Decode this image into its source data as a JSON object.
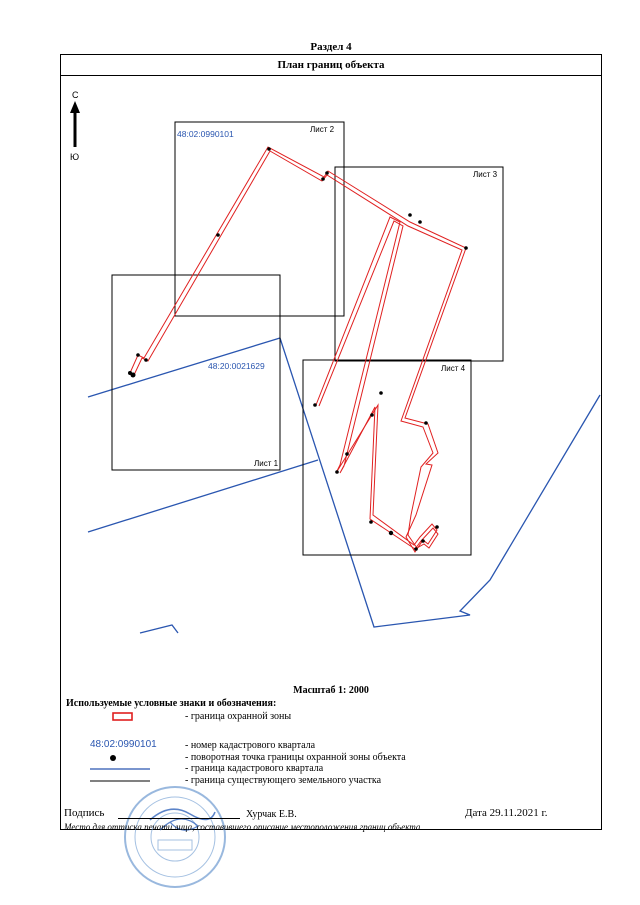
{
  "section": "Раздел 4",
  "plan_title": "План границ объекта",
  "compass": {
    "north": "С",
    "south": "Ю"
  },
  "map_labels": {
    "sheet1": "Лист 1",
    "sheet2": "Лист 2",
    "sheet3": "Лист 3",
    "sheet4": "Лист 4",
    "quarter_a": "48:02:0990101",
    "quarter_b": "48:20:0021629"
  },
  "colors": {
    "zone": "#e02020",
    "cadastral": "#2a56b0",
    "frame": "#000000"
  },
  "scale": "Масштаб 1: 2000",
  "legend": {
    "title": "Используемые условные знаки и обозначения:",
    "items": [
      {
        "symbol": "red-rectangle-icon",
        "text": "- граница охранной зоны"
      },
      {
        "symbol": "cadastral-number",
        "sample": "48:02:0990101",
        "text": "- номер кадастрового квартала"
      },
      {
        "symbol": "black-dot-icon",
        "text": "- поворотная точка границы охранной зоны объекта"
      },
      {
        "symbol": "blue-line-icon",
        "text": "- граница кадастрового квартала"
      },
      {
        "symbol": "black-line-icon",
        "text": "- граница существующего земельного участка"
      }
    ]
  },
  "signature": {
    "label": "Подпись",
    "name": "Хурчак Е.В.",
    "date": "Дата 29.11.2021 г.",
    "note": "Место для оттиска печати лица, составившего описание местоположения границ объекта"
  }
}
